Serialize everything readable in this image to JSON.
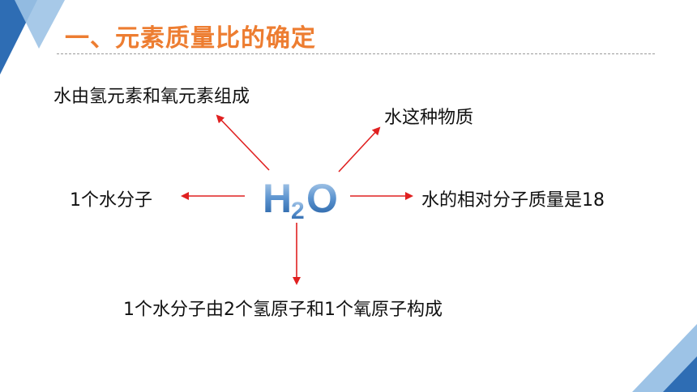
{
  "slide": {
    "title": "一、元素质量比的确定",
    "formula": {
      "main": "H",
      "subscript": "2",
      "tail": "O"
    },
    "labels": {
      "top_left": "水由氢元素和氧元素组成",
      "top_right": "水这种物质",
      "left": "1个水分子",
      "right": "水的相对分子质量是18",
      "bottom": "1个水分子由2个氢原子和1个氧原子构成"
    }
  },
  "colors": {
    "title": "#ED7D31",
    "arrow": "#E02020",
    "formula_fill": "#2E6DB4",
    "decor_dark": "#2E6DB4",
    "decor_light": "#9DC3E6"
  }
}
